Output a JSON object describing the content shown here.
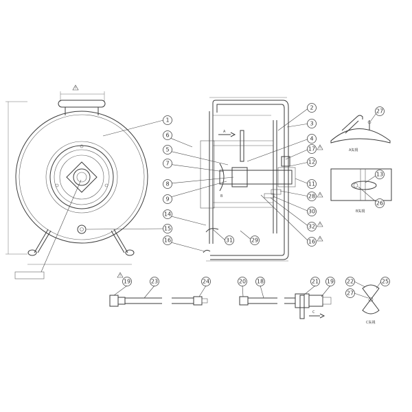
{
  "labels": {
    "p1": "1",
    "p2": "2",
    "p3": "3",
    "p4": "4",
    "p5": "5",
    "p6": "6",
    "p7": "7",
    "p8": "8",
    "p9": "9",
    "p11": "11",
    "p12": "12",
    "p13": "13",
    "p14": "14",
    "p15": "15",
    "p16": "16",
    "p17": "17",
    "p18": "18",
    "p19": "19",
    "p20": "20",
    "p21": "21",
    "p22": "22",
    "p23": "23",
    "p24": "24",
    "p25": "25",
    "p26": "26",
    "p27": "27",
    "p28": "28",
    "p29": "29",
    "p30": "30",
    "p31": "31",
    "p32": "32",
    "p19b": "19"
  },
  "views": {
    "a": "A矢視",
    "b": "B矢視",
    "c": "C矢視"
  },
  "markers": {
    "a": "A",
    "b": "B",
    "c": "C",
    "warning": "!"
  }
}
